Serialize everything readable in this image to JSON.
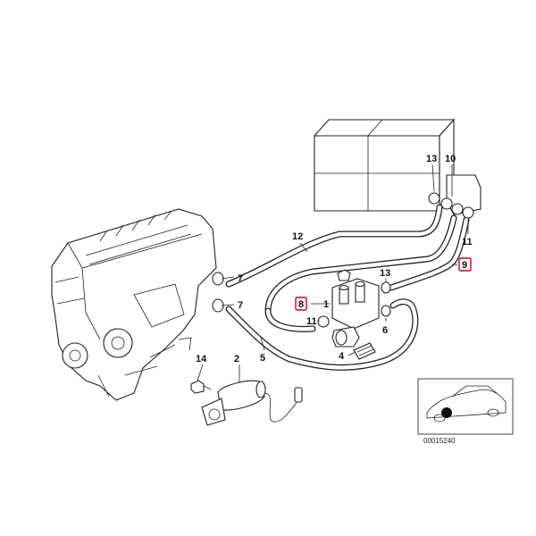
{
  "callouts": {
    "c1": "1",
    "c2": "2",
    "c4": "4",
    "c5": "5",
    "c6": "6",
    "c7a": "7",
    "c7b": "7",
    "c8": "8",
    "c9": "9",
    "c10": "10",
    "c11a": "11",
    "c11b": "11",
    "c12": "12",
    "c13a": "13",
    "c13b": "13",
    "c14": "14"
  },
  "highlight_color": "#d0021b",
  "catalog_number": "00015240"
}
